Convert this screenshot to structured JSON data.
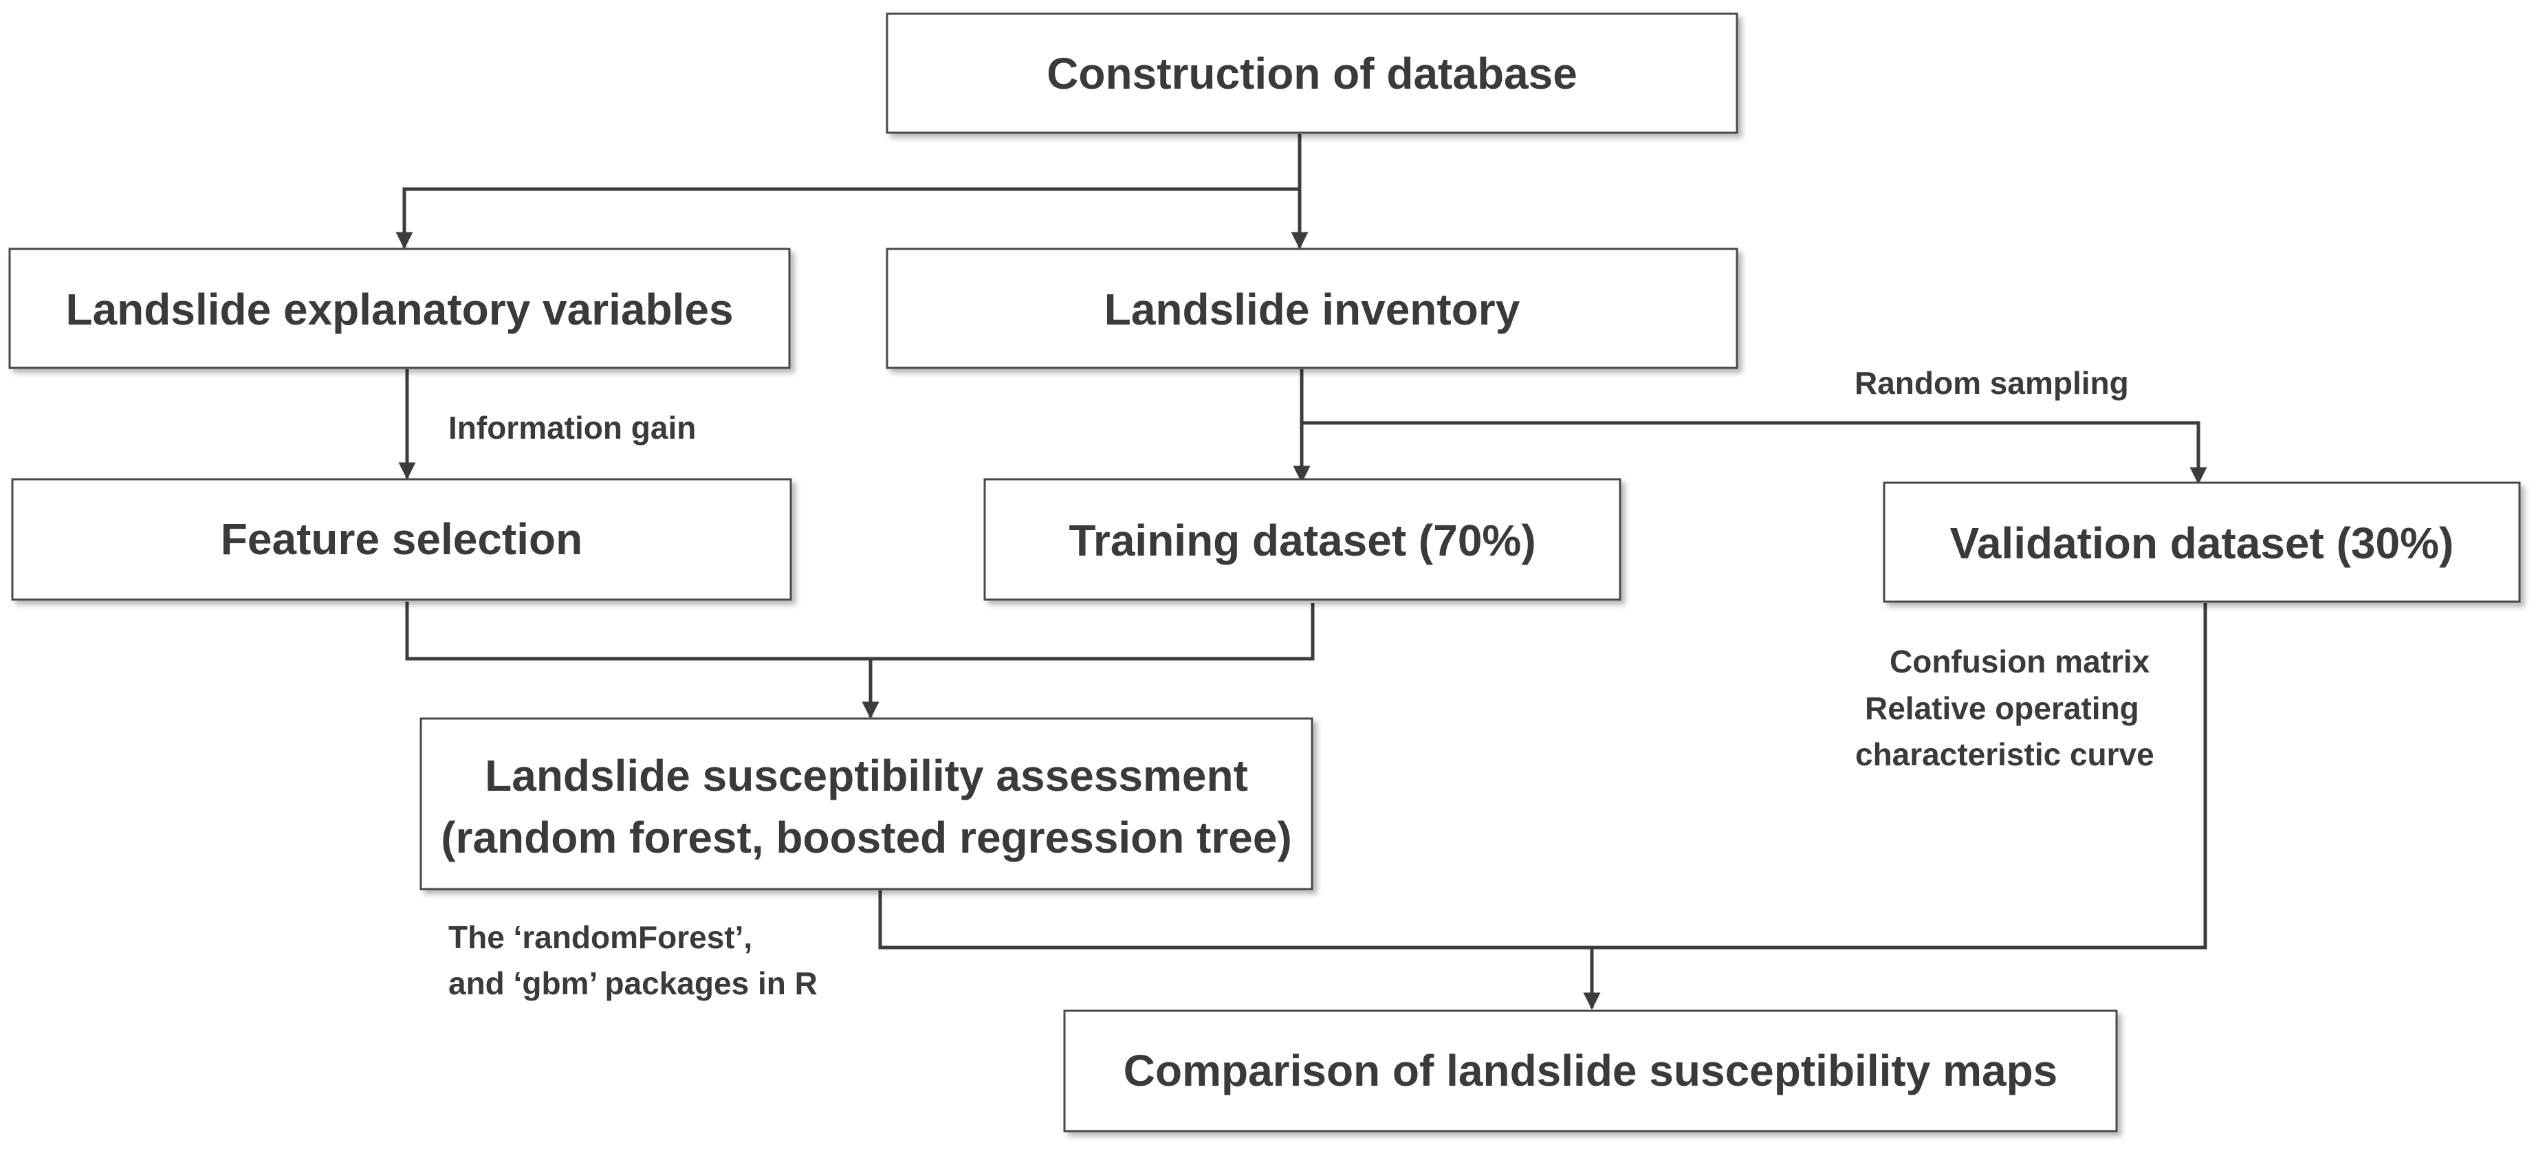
{
  "nodes": {
    "construction": {
      "label": "Construction of database"
    },
    "explanatory": {
      "label": "Landslide explanatory variables"
    },
    "inventory": {
      "label": "Landslide inventory"
    },
    "feature": {
      "label": "Feature selection"
    },
    "training": {
      "label": "Training dataset (70%)"
    },
    "validation": {
      "label": "Validation dataset (30%)"
    },
    "assessment": {
      "line1": "Landslide susceptibility assessment",
      "line2": "(random forest, boosted regression tree)"
    },
    "comparison": {
      "label": "Comparison of landslide susceptibility maps"
    }
  },
  "edge_labels": {
    "information_gain": "Information gain",
    "random_sampling": "Random sampling",
    "confusion_matrix": "Confusion matrix",
    "relative_operating": "Relative operating",
    "characteristic_curve": "characteristic curve",
    "packages_line1": "The ‘randomForest’,",
    "packages_line2": "and ‘gbm’ packages in R"
  },
  "colors": {
    "box_stroke": "#4a4a4a",
    "text": "#3a3a3a",
    "line": "#3c3c3c"
  }
}
